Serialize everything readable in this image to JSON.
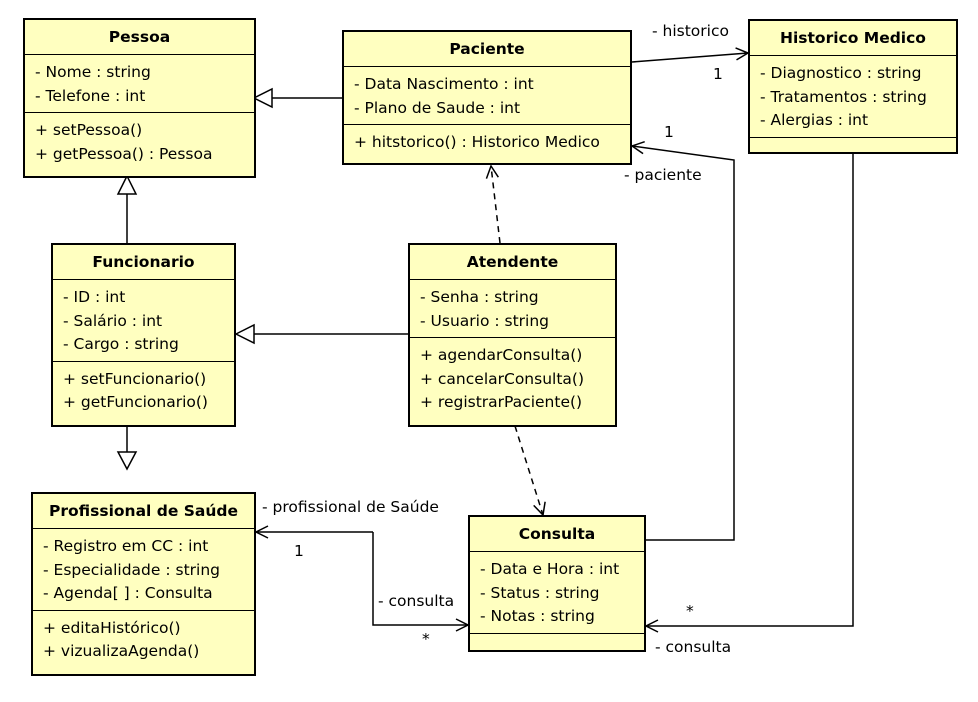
{
  "classes": {
    "pessoa": {
      "name": "Pessoa",
      "attributes": [
        "- Nome : string",
        "- Telefone : int"
      ],
      "methods": [
        "+ setPessoa()",
        "+ getPessoa() : Pessoa"
      ]
    },
    "paciente": {
      "name": "Paciente",
      "attributes": [
        "- Data Nascimento : int",
        "- Plano de Saude : int"
      ],
      "methods": [
        "+ hitstorico() : Historico Medico"
      ]
    },
    "historico": {
      "name": "Historico Medico",
      "attributes": [
        "- Diagnostico : string",
        "- Tratamentos : string",
        "- Alergias : int"
      ],
      "methods": []
    },
    "funcionario": {
      "name": "Funcionario",
      "attributes": [
        "- ID : int",
        "- Salário : int",
        "- Cargo : string"
      ],
      "methods": [
        "+ setFuncionario()",
        "+ getFuncionario()"
      ]
    },
    "atendente": {
      "name": "Atendente",
      "attributes": [
        "- Senha : string",
        "- Usuario : string"
      ],
      "methods": [
        "+ agendarConsulta()",
        "+ cancelarConsulta()",
        "+ registrarPaciente()"
      ]
    },
    "profissional": {
      "name": "Profissional de Saúde",
      "attributes": [
        "- Registro em CC : int",
        "- Especialidade : string",
        "- Agenda[ ] : Consulta"
      ],
      "methods": [
        "+ editaHistórico()",
        "+ vizualizaAgenda()"
      ]
    },
    "consulta": {
      "name": "Consulta",
      "attributes": [
        "- Data e Hora : int",
        "- Status : string",
        "- Notas : string"
      ],
      "methods": []
    }
  },
  "labels": {
    "historico_role": "- historico",
    "historico_mult": "1",
    "paciente_mult": "1",
    "paciente_role": "- paciente",
    "prof_role": "- profissional de Saúde",
    "prof_mult": "1",
    "consulta_role_left": "- consulta",
    "consulta_mult_left": "*",
    "consulta_mult_right": "*",
    "consulta_role_right": "- consulta"
  }
}
